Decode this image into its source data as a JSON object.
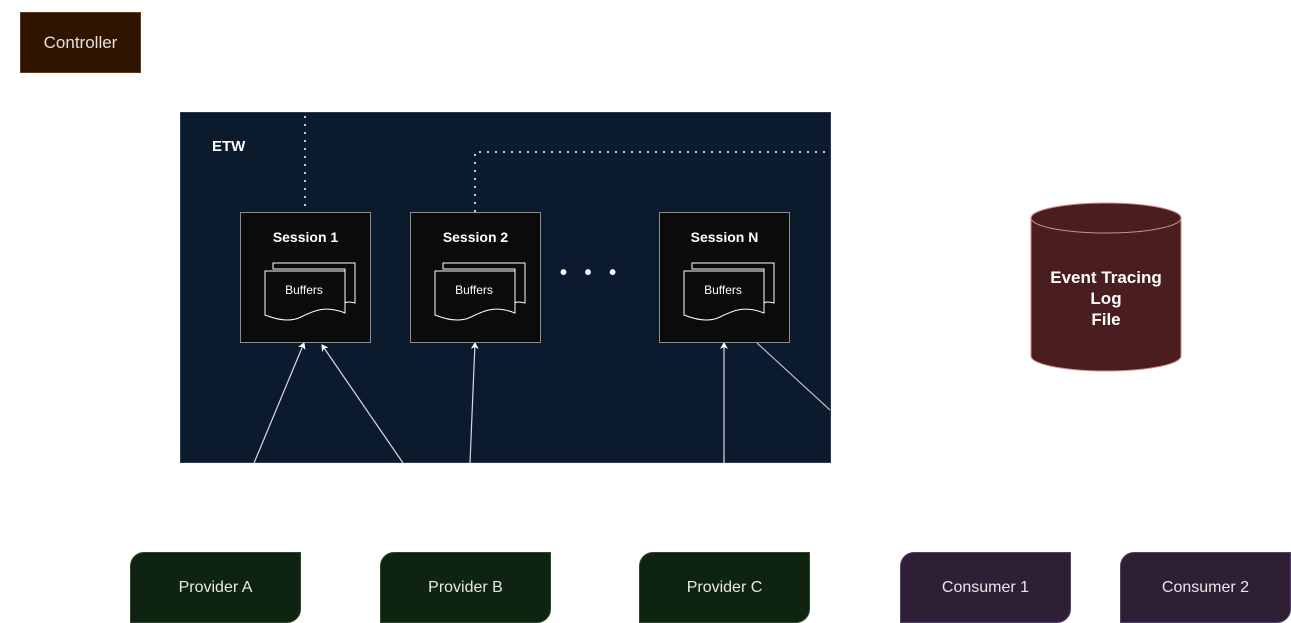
{
  "controller": {
    "label": "Controller"
  },
  "etw": {
    "label": "ETW",
    "sessions": [
      {
        "title": "Session 1",
        "buffers": "Buffers"
      },
      {
        "title": "Session 2",
        "buffers": "Buffers"
      },
      {
        "title": "Session N",
        "buffers": "Buffers"
      }
    ],
    "ellipsis": "• • •"
  },
  "log_file": {
    "lines": [
      "Event Tracing",
      "Log",
      "File"
    ]
  },
  "providers": [
    "Provider A",
    "Provider B",
    "Provider C"
  ],
  "consumers": [
    "Consumer 1",
    "Consumer 2"
  ],
  "colors": {
    "controller": "#2f1500",
    "etw_background": "#0c1a2e",
    "session_background": "#0b0b0b",
    "log_file": "#4a1e1e",
    "provider": "#0f2410",
    "consumer": "#2e1f35"
  }
}
